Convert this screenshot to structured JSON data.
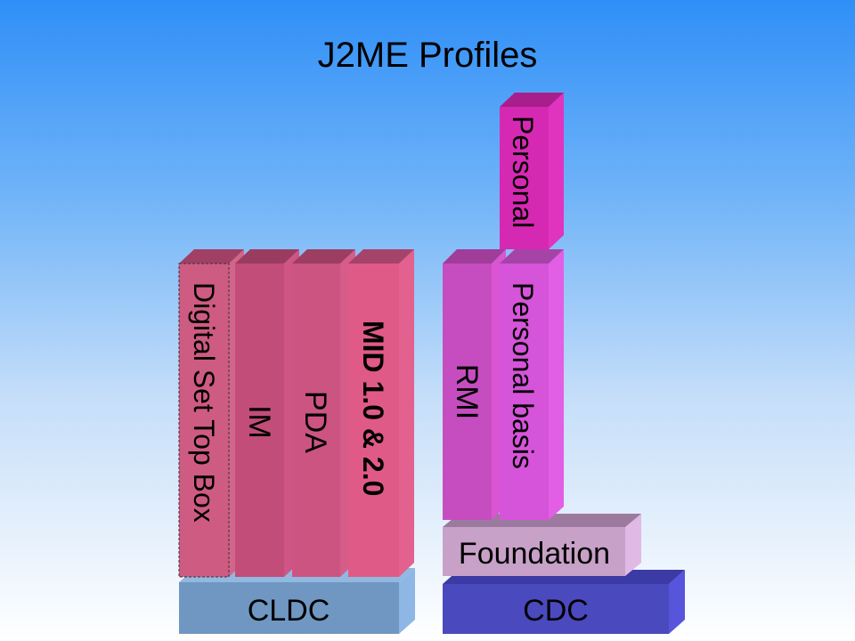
{
  "title": "J2ME Profiles",
  "blocks": {
    "cldc": {
      "label": "CLDC",
      "colors": {
        "front": "#6f97c2",
        "top": "#93b8df",
        "side": "#8fb7e6"
      }
    },
    "cdc": {
      "label": "CDC",
      "colors": {
        "front": "#4a49bd",
        "top": "#3c3aa4",
        "side": "#5755dc"
      }
    },
    "foundation": {
      "label": "Foundation",
      "colors": {
        "front": "#c7a1c8",
        "top": "#9c7aa0",
        "side": "#e0b9e4"
      }
    },
    "digital_set_top_box": {
      "label": "Digital Set Top Box",
      "colors": {
        "front": "#ce5b82",
        "top": "#a04065",
        "side": "#d2658a"
      }
    },
    "im": {
      "label": "IM",
      "colors": {
        "front": "#c24d78",
        "top": "#9a3c5f",
        "side": "#cf5585"
      }
    },
    "pda": {
      "label": "PDA",
      "colors": {
        "front": "#cc5481",
        "top": "#9b3e62",
        "side": "#d65d8a"
      }
    },
    "mid": {
      "label": "MID 1.0 & 2.0",
      "colors": {
        "front": "#e05a88",
        "top": "#a5436a",
        "side": "#e2618e"
      }
    },
    "rmi": {
      "label": "RMI",
      "colors": {
        "front": "#c64dbf",
        "top": "#9f3d98",
        "side": "#d955d2"
      }
    },
    "personal_basis": {
      "label": "Personal basis",
      "colors": {
        "front": "#d554d9",
        "top": "#a643a6",
        "side": "#e15ee5"
      }
    },
    "personal": {
      "label": "Personal",
      "colors": {
        "front": "#d629b3",
        "top": "#a81f8c",
        "side": "#e033c0"
      }
    }
  }
}
